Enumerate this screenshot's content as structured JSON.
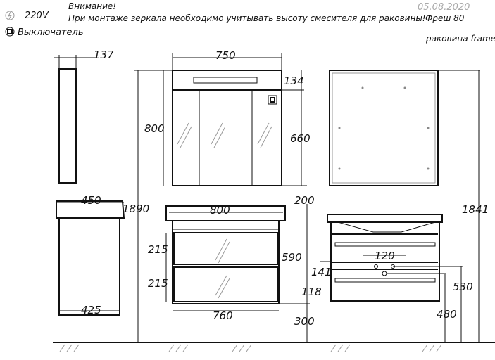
{
  "header": {
    "voltage": "220V",
    "switch_label": "Выключатель",
    "warning_title": "Внимание!",
    "warning_text": "При монтаже зеркала необходимо учитывать высоту смесителя для раковины!",
    "date": "05.08.2020",
    "product": "Фреш 80",
    "sink": "раковина frame"
  },
  "icons": {
    "power": "lightning-circle-icon",
    "switch": "switch-square-icon"
  },
  "dimensions": {
    "mirror_depth": "137",
    "mirror_width": "750",
    "mirror_height": "800",
    "light_height": "134",
    "door_height": "660",
    "gap": "200",
    "total_height": "1890",
    "sink_depth": "450",
    "cabinet_depth": "425",
    "sink_width": "800",
    "drawer1": "215",
    "drawer2": "215",
    "cabinet_height": "590",
    "cabinet_width": "760",
    "floor_gap": "300",
    "mount_height": "1841",
    "outlet_spacing": "120",
    "d141": "141",
    "d118": "118",
    "d530": "530",
    "d480": "480"
  }
}
